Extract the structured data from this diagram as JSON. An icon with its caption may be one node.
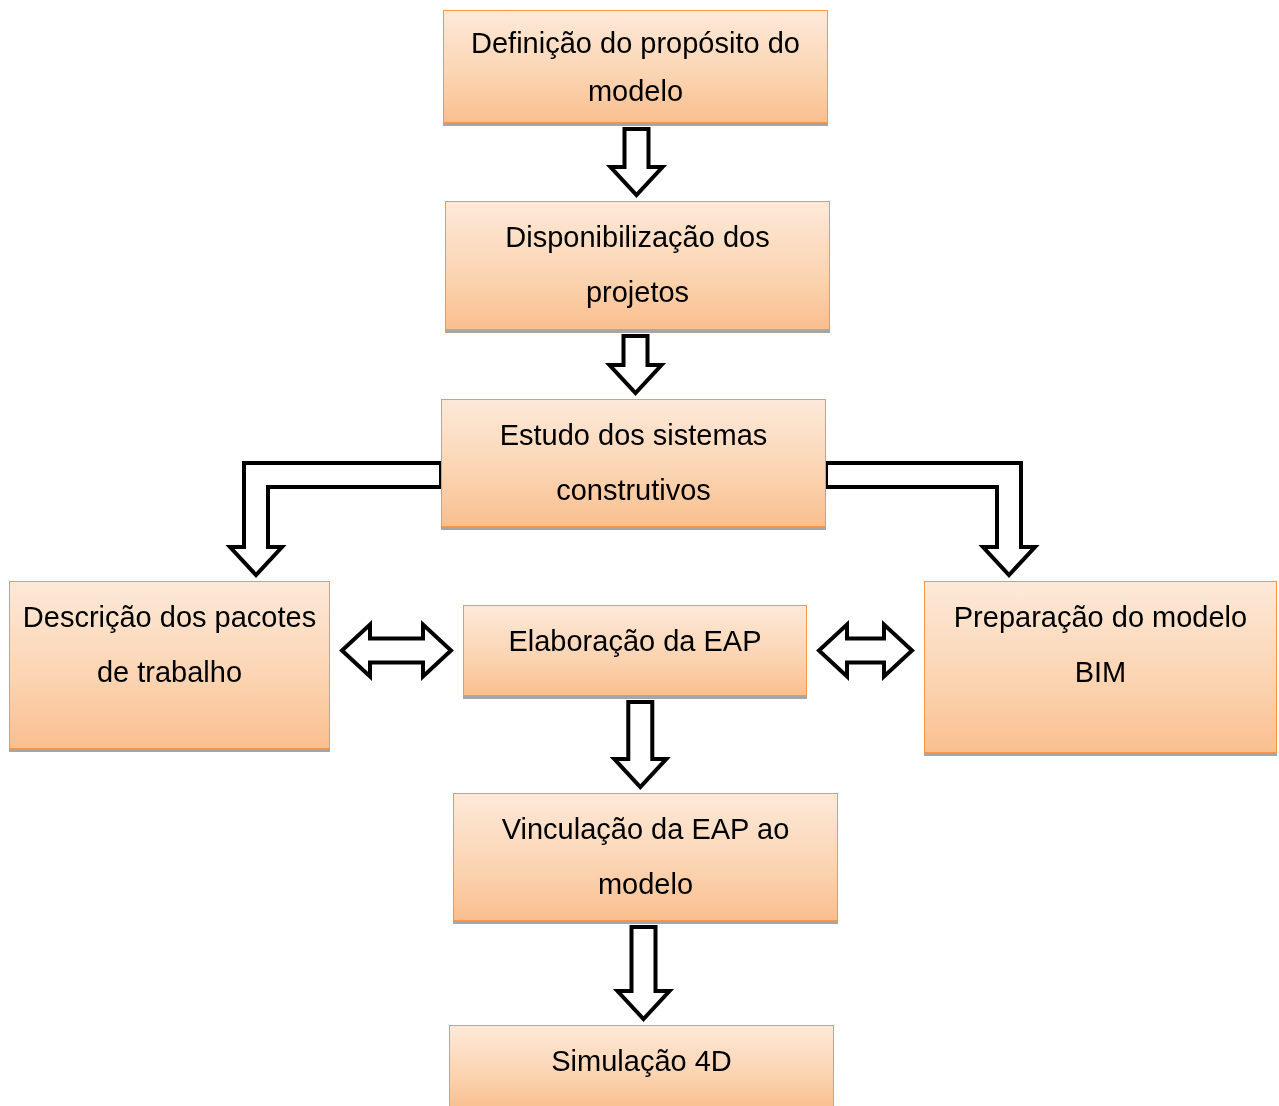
{
  "diagram": {
    "nodes": [
      {
        "text": [
          "Definição do propósito do modelo"
        ]
      },
      {
        "text": [
          "Disponibilização dos projetos"
        ]
      },
      {
        "text": [
          "Estudo dos sistemas construtivos"
        ]
      },
      {
        "text": [
          "Descrição dos pacotes de trabalho"
        ]
      },
      {
        "text": [
          "Elaboração da EAP"
        ]
      },
      {
        "text": [
          "Preparação do modelo BIM"
        ]
      },
      {
        "text": [
          "Vinculação da EAP ao modelo"
        ]
      },
      {
        "text": [
          "Simulação 4D"
        ]
      }
    ],
    "edges": [
      {
        "from": 0,
        "to": 1,
        "arrow": "to"
      },
      {
        "from": 1,
        "to": 2,
        "arrow": "to"
      },
      {
        "from": 2,
        "to": 3,
        "arrow": "to"
      },
      {
        "from": 2,
        "to": 5,
        "arrow": "to"
      },
      {
        "from": 3,
        "to": 4,
        "arrow": "both"
      },
      {
        "from": 4,
        "to": 5,
        "arrow": "both"
      },
      {
        "from": 4,
        "to": 6,
        "arrow": "to"
      },
      {
        "from": 6,
        "to": 7,
        "arrow": "to"
      }
    ]
  }
}
